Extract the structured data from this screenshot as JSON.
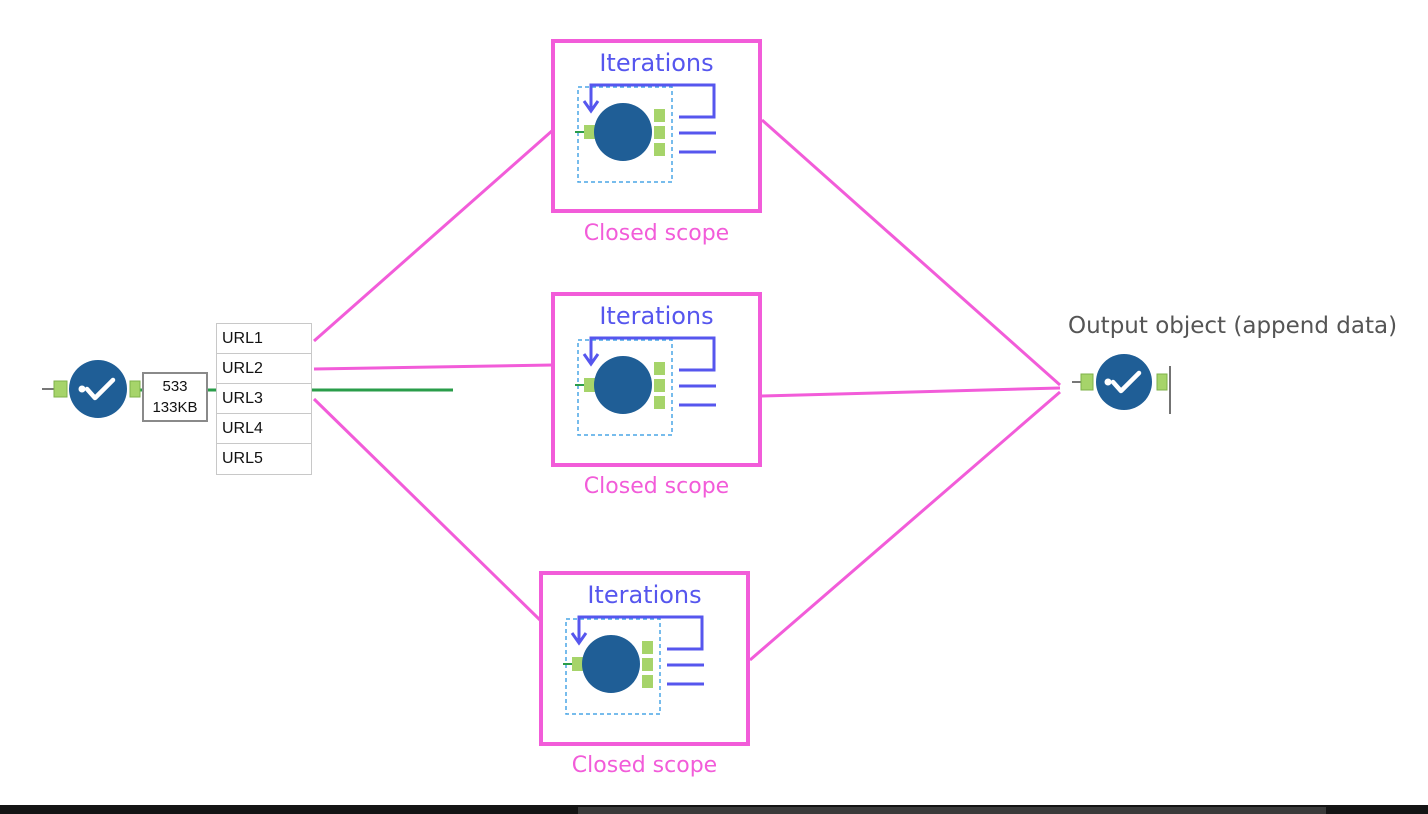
{
  "url_list": [
    "URL1",
    "URL2",
    "URL3",
    "URL4",
    "URL5"
  ],
  "record_badge": {
    "count": "533",
    "size": "133KB"
  },
  "macros": [
    {
      "title": "Iterations",
      "scope": "Closed scope"
    },
    {
      "title": "Iterations",
      "scope": "Closed scope"
    },
    {
      "title": "Iterations",
      "scope": "Closed scope"
    }
  ],
  "output_node": {
    "label": "Output object (append data)"
  },
  "colors": {
    "connector_pink": "#f25cd9",
    "iteration_blue": "#5656ee",
    "tool_blue": "#1f5e96",
    "anchor_green": "#a6d46a",
    "data_line_green": "#2a9d4a",
    "dashed_border": "#4aa6e6"
  },
  "icons": {
    "input_tool": "check-circle-icon",
    "macro_tool": "macro-circle-icon",
    "output_tool": "check-circle-icon"
  }
}
